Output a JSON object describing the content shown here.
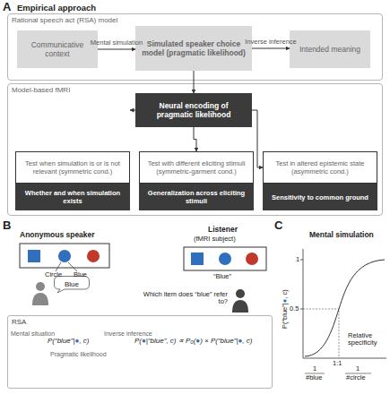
{
  "diagram": {
    "nodes": [
      {
        "text": [
          "Rational speech act (RSA) model"
        ]
      },
      {
        "text": [
          "Communicative context"
        ],
        "in": 0
      },
      {
        "text": [
          "Simulated speaker choice model (pragmatic likelihood)"
        ],
        "in": 0
      },
      {
        "text": [
          "Intended meaning"
        ],
        "in": 0
      },
      {
        "text": [
          "Model-based fMRI"
        ]
      },
      {
        "text": [
          "Neural encoding of pragmatic likelihood"
        ],
        "in": 4
      },
      {
        "text": [
          "Test when simulation is or is not relevant (symmetric cond.)"
        ],
        "in": 4
      },
      {
        "text": [
          "Whether and when simulation exists"
        ],
        "in": 4
      },
      {
        "text": [
          "Test with different eliciting stimuli (symmetric-garment cond.)"
        ],
        "in": 4
      },
      {
        "text": [
          "Generalization across eliciting stimuli"
        ],
        "in": 4
      },
      {
        "text": [
          "Test in altered epistemic state (asymmetric cond.)"
        ],
        "in": 4
      },
      {
        "text": [
          "Sensitivity to common ground"
        ],
        "in": 4
      },
      {
        "text": [
          "Blue"
        ]
      },
      {
        "text": [
          "RSA"
        ]
      }
    ],
    "edges": [
      {
        "from": 1,
        "to": 2,
        "label": "Mental simulation",
        "arrow": "to"
      },
      {
        "from": 2,
        "to": 3,
        "label": "Inverse inference",
        "arrow": "to"
      },
      {
        "from": 2,
        "to": 5,
        "arrow": "to"
      },
      {
        "from": 5,
        "to": 6,
        "arrow": "to"
      },
      {
        "from": 5,
        "to": 8,
        "arrow": "to"
      },
      {
        "from": 5,
        "to": 10,
        "arrow": "to"
      }
    ],
    "labels": [
      "A",
      "Empirical approach",
      "B",
      "Anonymous speaker",
      "Circle",
      "Blue",
      "Listener",
      "(fMRI subject)",
      "“Blue”",
      "Which item does “blue” refer to?",
      "Mental situation",
      "P(“blue”|●, c)",
      "Pragmatic likelihood",
      "Inverse inference",
      "P(●|“blue”, c) ∝ P₀(●) × P(“blue”|●, c)",
      "C",
      "Mental simulation",
      "1",
      "0.5",
      "P(“blue”|●, c)",
      "1:1",
      "Relative specificity",
      "1",
      "#blue",
      "1",
      "#circle"
    ]
  }
}
